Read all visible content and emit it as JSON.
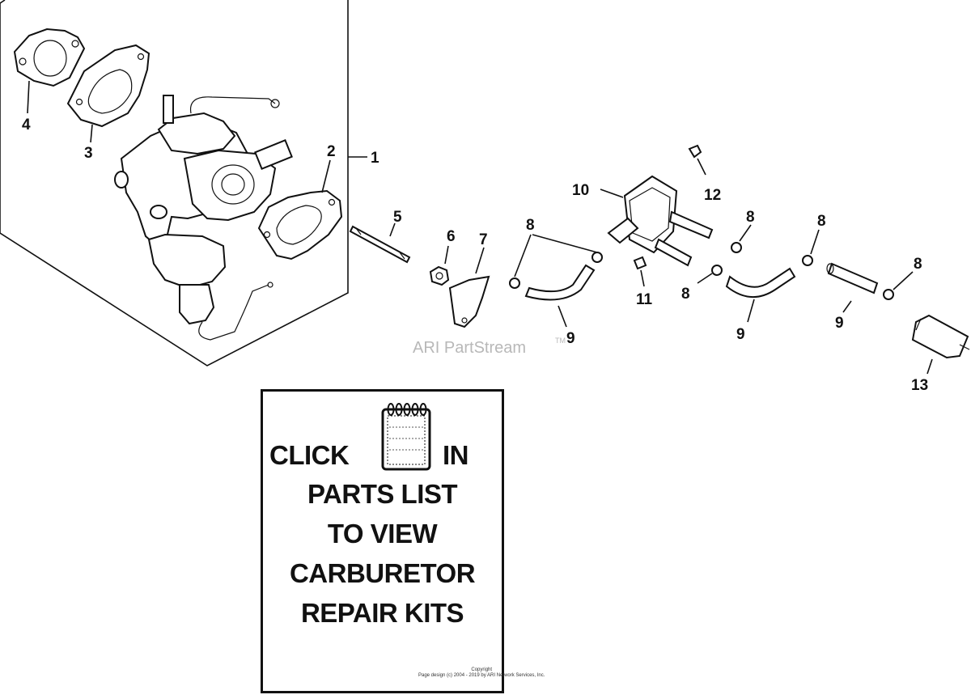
{
  "callouts": {
    "c1": "1",
    "c2": "2",
    "c3": "3",
    "c4": "4",
    "c5": "5",
    "c6": "6",
    "c7": "7",
    "c8a": "8",
    "c8b": "8",
    "c8c": "8",
    "c8d": "8",
    "c8e": "8",
    "c9a": "9",
    "c9b": "9",
    "c9c": "9",
    "c10": "10",
    "c11": "11",
    "c12": "12",
    "c13": "13"
  },
  "watermark": {
    "text": "ARI PartStream",
    "tm": "TM"
  },
  "notice": {
    "click": "CLICK",
    "in": "IN",
    "line2": "PARTS LIST",
    "line3": "TO VIEW",
    "line4": "CARBURETOR",
    "line5": "REPAIR KITS"
  },
  "copyright": {
    "line1": "Copyright",
    "line2": "Page design (c) 2004 - 2019 by ARI Network Services, Inc."
  },
  "icons": {
    "notepad": "notepad-icon"
  }
}
